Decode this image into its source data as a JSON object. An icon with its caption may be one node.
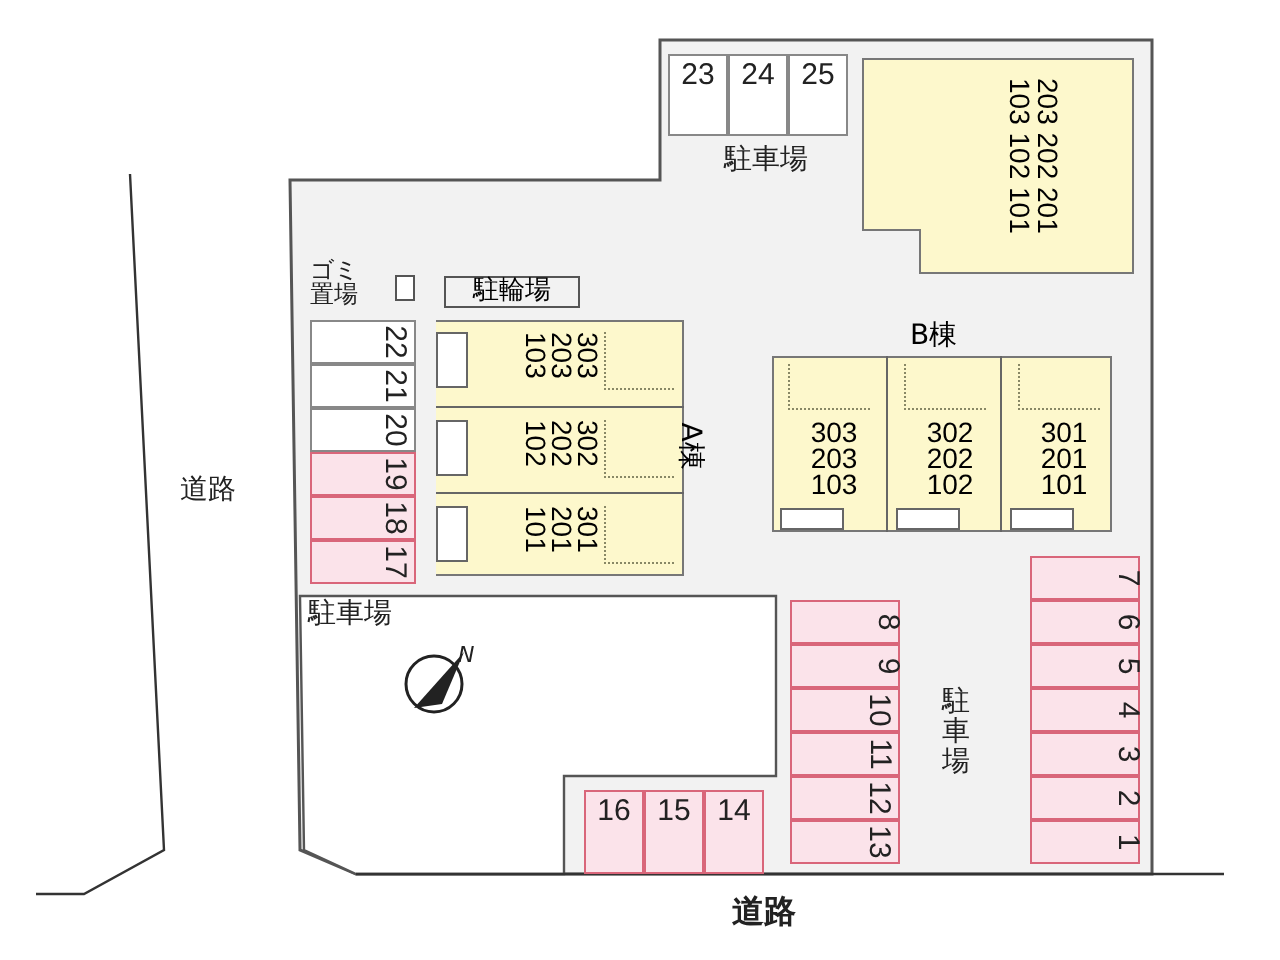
{
  "diagram": {
    "nodes": [
      {
        "text": [
          "23"
        ]
      },
      {
        "text": [
          "24"
        ]
      },
      {
        "text": [
          "25"
        ]
      },
      {
        "text": [
          "203 202 201",
          "103 102 101"
        ]
      },
      {
        "text": [
          "駐輪場"
        ]
      },
      {
        "text": [
          "22"
        ]
      },
      {
        "text": [
          "21"
        ]
      },
      {
        "text": [
          "20"
        ]
      },
      {
        "text": [
          "19"
        ]
      },
      {
        "text": [
          "18"
        ]
      },
      {
        "text": [
          "17"
        ]
      },
      {
        "text": [
          "A棟"
        ]
      },
      {
        "text": [
          "303 203 103"
        ],
        "in": 11
      },
      {
        "text": [
          "302 202 102"
        ],
        "in": 11
      },
      {
        "text": [
          "301 201 101"
        ],
        "in": 11
      },
      {
        "text": [
          "B棟"
        ]
      },
      {
        "text": [
          "303 203 103"
        ],
        "in": 15
      },
      {
        "text": [
          "302 202 102"
        ],
        "in": 15
      },
      {
        "text": [
          "301 201 101"
        ],
        "in": 15
      },
      {
        "text": [
          "7"
        ]
      },
      {
        "text": [
          "6"
        ]
      },
      {
        "text": [
          "5"
        ]
      },
      {
        "text": [
          "4"
        ]
      },
      {
        "text": [
          "3"
        ]
      },
      {
        "text": [
          "2"
        ]
      },
      {
        "text": [
          "1"
        ]
      },
      {
        "text": [
          "8"
        ]
      },
      {
        "text": [
          "9"
        ]
      },
      {
        "text": [
          "10"
        ]
      },
      {
        "text": [
          "11"
        ]
      },
      {
        "text": [
          "12"
        ]
      },
      {
        "text": [
          "13"
        ]
      },
      {
        "text": [
          "16"
        ]
      },
      {
        "text": [
          "15"
        ]
      },
      {
        "text": [
          "14"
        ]
      }
    ],
    "edges": [],
    "labels": [
      "駐車場",
      "ゴミ置場",
      "道路",
      "駐車場",
      "N",
      "駐車場",
      "道路"
    ]
  }
}
